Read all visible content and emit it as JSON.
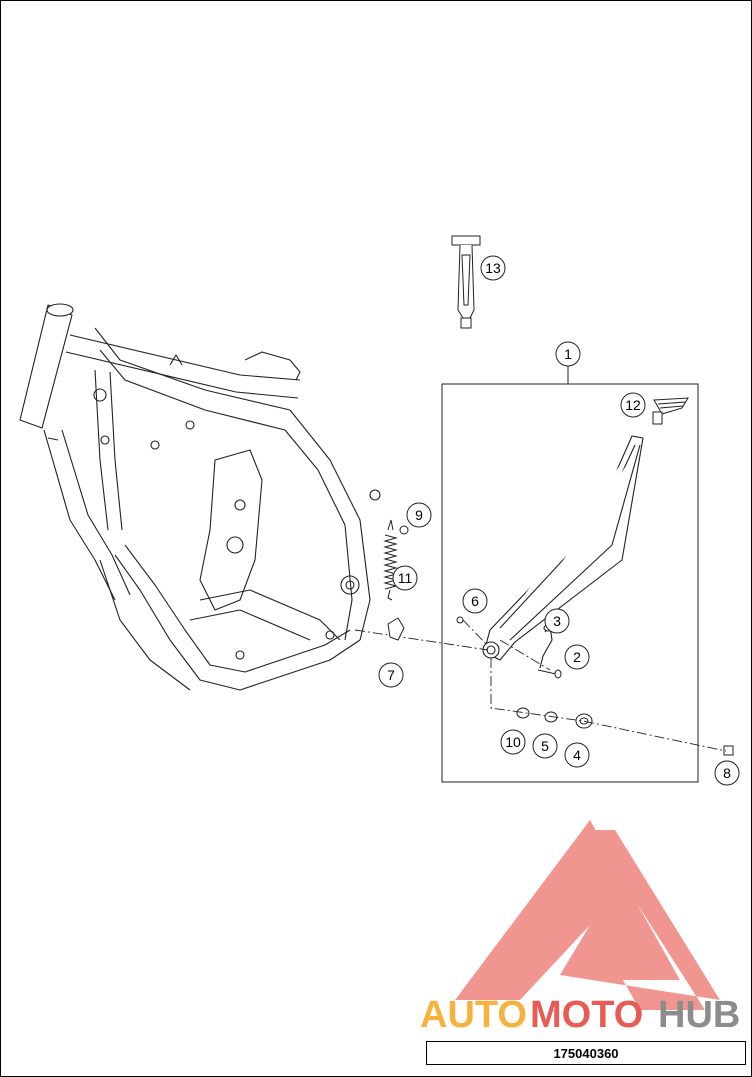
{
  "callouts": [
    "1",
    "2",
    "3",
    "4",
    "5",
    "6",
    "7",
    "8",
    "9",
    "10",
    "11",
    "12",
    "13"
  ],
  "watermark": {
    "brand_part1": "AUTO",
    "brand_part2": "MOTO",
    "brand_part3": "HUB",
    "colors": {
      "logo": "#f08a84",
      "auto": "#f5b23c",
      "moto": "#e85c55",
      "hub": "#8c8c8c"
    }
  },
  "document_number": "175040360"
}
